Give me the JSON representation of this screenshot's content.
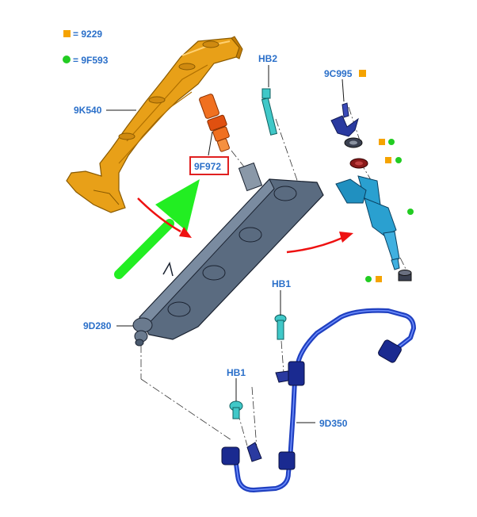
{
  "legend": [
    {
      "symbol": "square",
      "color": "#f5a300",
      "text": "= 9229"
    },
    {
      "symbol": "circle",
      "color": "#22cc22",
      "text": "= 9F593"
    }
  ],
  "labels": {
    "cover": "9K540",
    "sensor": "9F972",
    "bolt_top": "HB2",
    "clip": "9C995",
    "rail": "9D280",
    "bolt_mid": "HB1",
    "bolt_low": "HB1",
    "pipe": "9D350"
  },
  "colors": {
    "cover": "#e8a018",
    "sensor": "#f07020",
    "rail": "#5a6b80",
    "injector": "#2aa0d0",
    "bolt": "#40c8c8",
    "pipe": "#2040c0",
    "clip": "#2a3aa0",
    "arrow_green": "#22ee22",
    "arrow_red": "#ee1111",
    "highlight_box": "#e02020",
    "label_blue": "#2a6fc9"
  }
}
